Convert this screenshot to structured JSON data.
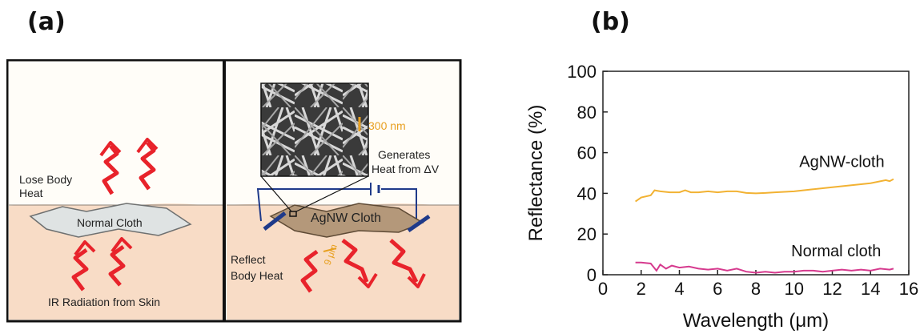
{
  "panels": {
    "a_label": "(a)",
    "b_label": "(b)"
  },
  "schematic": {
    "left": {
      "lose_heat": [
        "Lose Body",
        "Heat"
      ],
      "cloth_label": "Normal Cloth",
      "ir_label": "IR Radiation from Skin"
    },
    "right": {
      "cloth_label": "AgNW Cloth",
      "generates": [
        "Generates",
        "Heat from ΔV"
      ],
      "reflect": [
        "Reflect",
        "Body Heat"
      ],
      "scale_sem": "300 nm",
      "scale_ir": "9 μm"
    },
    "colors": {
      "skin": "#f8dcc6",
      "arrow": "#e8232b",
      "normal_cloth": "#dfe3e3",
      "agnw_cloth": "#b4987a",
      "electrode": "#1f3a8a",
      "scale": "#e8a021"
    }
  },
  "chart_data": {
    "type": "line",
    "xlabel": "Wavelength (μm)",
    "ylabel": "Reflectance (%)",
    "xlim": [
      0,
      16
    ],
    "ylim": [
      0,
      100
    ],
    "xticks": [
      "0",
      "2",
      "4",
      "6",
      "8",
      "10",
      "12",
      "14",
      "16"
    ],
    "yticks": [
      "0",
      "20",
      "40",
      "60",
      "80",
      "100"
    ],
    "grid": false,
    "series": [
      {
        "name": "AgNW-cloth",
        "color": "#f2b233",
        "x": [
          1.7,
          2.0,
          2.5,
          2.7,
          3.0,
          3.5,
          4.0,
          4.3,
          4.6,
          5.0,
          5.5,
          6.0,
          6.5,
          7.0,
          7.5,
          8.0,
          8.5,
          9.0,
          10.0,
          11.0,
          12.0,
          13.0,
          14.0,
          14.8,
          15.0,
          15.2
        ],
        "y": [
          36,
          38,
          39,
          41.5,
          41,
          40.5,
          40.5,
          41.5,
          40.5,
          40.5,
          41,
          40.5,
          41,
          41,
          40.2,
          40,
          40.2,
          40.5,
          41,
          42,
          43,
          44,
          45,
          46.5,
          46,
          47
        ]
      },
      {
        "name": "Normal cloth",
        "color": "#d63a8e",
        "x": [
          1.7,
          2.0,
          2.5,
          2.8,
          3.0,
          3.3,
          3.6,
          4.0,
          4.5,
          5.0,
          5.5,
          6.0,
          6.5,
          7.0,
          7.5,
          8.0,
          8.5,
          9.0,
          9.5,
          10.0,
          10.5,
          11.0,
          11.5,
          12.0,
          12.5,
          13.0,
          13.5,
          14.0,
          14.5,
          15.0,
          15.2
        ],
        "y": [
          6,
          6,
          5.5,
          2,
          5,
          3,
          4.5,
          3.5,
          4,
          3,
          2.5,
          3,
          2,
          3,
          1.5,
          1,
          1.5,
          1,
          1.5,
          1.5,
          2,
          2,
          1.5,
          2,
          2.5,
          2,
          2.5,
          2,
          3,
          2.5,
          3
        ]
      }
    ],
    "annotations": [
      "AgNW-cloth",
      "Normal cloth"
    ]
  }
}
